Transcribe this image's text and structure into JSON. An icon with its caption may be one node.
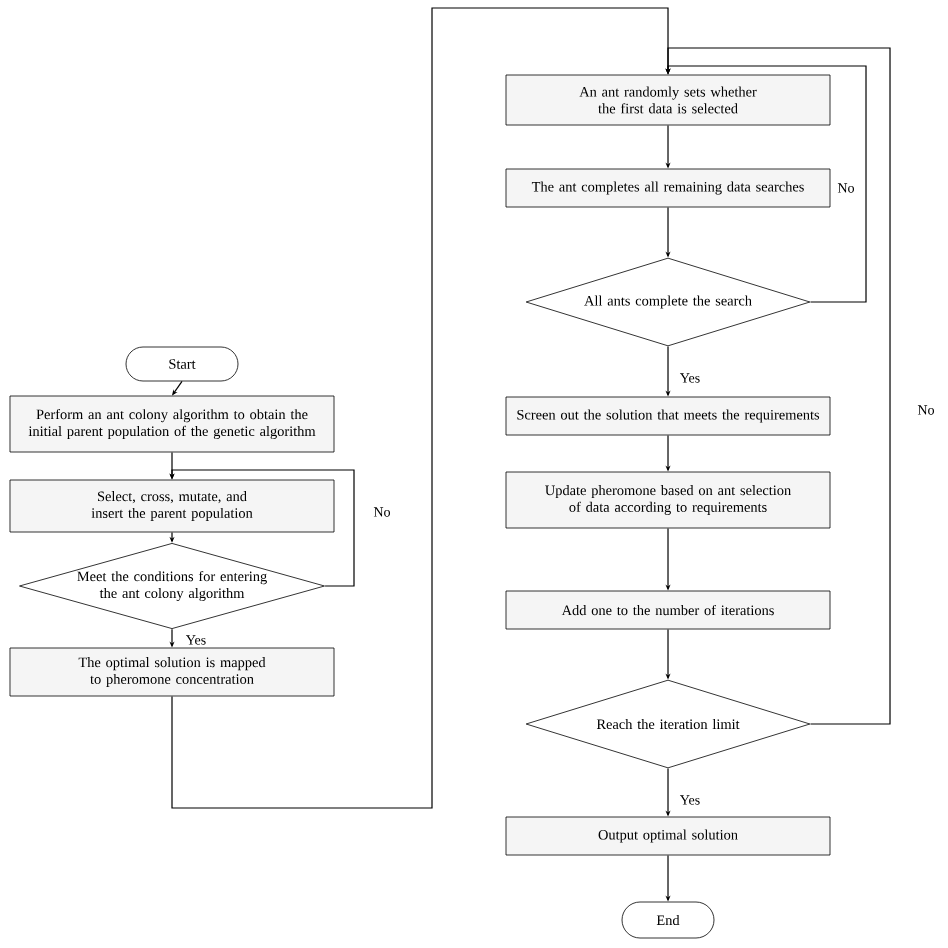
{
  "diagram": {
    "nodes": [
      {
        "text": [
          "Start"
        ]
      },
      {
        "text": [
          "Perform an ant colony algorithm to obtain the initial parent population of the genetic algorithm"
        ]
      },
      {
        "text": [
          "Select, cross, mutate, and insert the parent population"
        ]
      },
      {
        "text": [
          "Meet the conditions for entering the ant colony algorithm"
        ]
      },
      {
        "text": [
          "The optimal solution is mapped to pheromone concentration"
        ]
      },
      {
        "text": [
          "An ant randomly sets whether the first data is selected"
        ]
      },
      {
        "text": [
          "The ant completes all remaining data searches"
        ]
      },
      {
        "text": [
          "All ants complete the search"
        ]
      },
      {
        "text": [
          "Screen out the solution that meets the requirements"
        ]
      },
      {
        "text": [
          "Update pheromone based on ant selection of data according to requirements"
        ]
      },
      {
        "text": [
          "Add one to the number of iterations"
        ]
      },
      {
        "text": [
          "Reach the iteration limit"
        ]
      },
      {
        "text": [
          "Output optimal solution"
        ]
      },
      {
        "text": [
          "End"
        ]
      }
    ],
    "edges": [
      {
        "from": 0,
        "to": 1,
        "arrow": "to"
      },
      {
        "from": 1,
        "to": 2,
        "arrow": "to"
      },
      {
        "from": 2,
        "to": 3,
        "arrow": "to"
      },
      {
        "from": 3,
        "to": 2,
        "arrow": "to",
        "label": "No"
      },
      {
        "from": 3,
        "to": 4,
        "arrow": "to",
        "label": "Yes"
      },
      {
        "from": 4,
        "to": 5,
        "arrow": "to"
      },
      {
        "from": 5,
        "to": 6,
        "arrow": "to"
      },
      {
        "from": 6,
        "to": 7,
        "arrow": "to"
      },
      {
        "from": 7,
        "to": 5,
        "arrow": "to",
        "label": "No"
      },
      {
        "from": 7,
        "to": 8,
        "arrow": "to",
        "label": "Yes"
      },
      {
        "from": 8,
        "to": 9,
        "arrow": "to"
      },
      {
        "from": 9,
        "to": 10,
        "arrow": "to"
      },
      {
        "from": 10,
        "to": 11,
        "arrow": "to"
      },
      {
        "from": 11,
        "to": 5,
        "arrow": "to",
        "label": "No"
      },
      {
        "from": 11,
        "to": 12,
        "arrow": "to",
        "label": "Yes"
      },
      {
        "from": 12,
        "to": 13,
        "arrow": "to"
      }
    ]
  }
}
